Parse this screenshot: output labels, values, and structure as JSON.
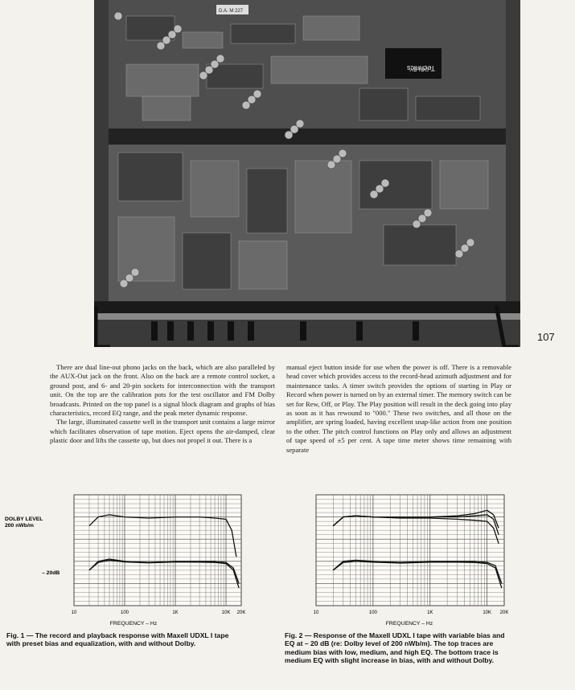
{
  "page": {
    "number": "107"
  },
  "photo": {
    "description_icon": "circuit-board-photo-icon",
    "labels": {
      "module_top": "D.A. M 227",
      "badge_line1": "Technics",
      "badge_line2": "DOLBY"
    }
  },
  "body_left": [
    "There are dual line-out phono jacks on the back, which are also paralleled by the AUX-Out jack on the front. Also on the back are a remote control socket, a ground post, and 6- and 20-pin sockets for interconnection with the transport unit. On the top are the calibration pots for the test oscillator and FM Dolby broadcasts. Printed on the top panel is a signal block diagram and graphs of bias characteristics, record EQ range, and the peak meter dynamic response.",
    "The large, illuminated cassette well in the transport unit contains a large mirror which facilitates observation of tape motion. Eject opens the air-damped, clear plastic door and lifts the cassette up, but does not propel it out. There is a"
  ],
  "body_right": [
    "manual eject button inside for use when the power is off. There is a removable head cover which provides access to the record-head azimuth adjustment and for maintenance tasks. A timer switch provides the options of starting in Play or Record when power is turned on by an external timer. The memory switch can be set for Rew, Off, or Play. The Play position will result in the deck going into play as soon as it has rewound to \"000.\" These two switches, and all those on the amplifier, are spring loaded, having excellent snap-like action from one position to the other. The pitch control functions on Play only and allows an adjustment of tape speed of ±5 per cent. A tape time meter shows time remaining with separate"
  ],
  "fig1": {
    "label_dolby_line1": "DOLBY LEVEL",
    "label_dolby_line2": "200 nWb/m",
    "label_minus20": "– 20dB",
    "tick_labels": [
      "10",
      "100",
      "1K",
      "10K",
      "20K"
    ],
    "xlabel": "FREQUENCY – Hz",
    "caption": "Fig. 1 — The record and playback response with Maxell UDXL I tape with preset bias and equalization, with and without Dolby."
  },
  "fig2": {
    "tick_labels": [
      "10",
      "100",
      "1K",
      "10K",
      "20K"
    ],
    "xlabel": "FREQUENCY – Hz",
    "caption": "Fig. 2 — Response of the Maxell UDXL I tape with variable bias and EQ at – 20 dB (re: Dolby level of 200 nWb/m). The top traces are medium bias with low, medium, and high EQ. The bottom trace is medium EQ with slight increase in bias, with and without Dolby."
  },
  "chart_data": [
    {
      "type": "line",
      "title": "",
      "xlabel": "FREQUENCY – Hz",
      "ylabel": "",
      "x_scale": "log",
      "xlim": [
        10,
        20000
      ],
      "x_ticks": [
        "10",
        "100",
        "1K",
        "10K",
        "20K"
      ],
      "grid": true,
      "series": [
        {
          "x": [
            20,
            30,
            50,
            100,
            300,
            1000,
            3000,
            6000,
            10000,
            13000,
            16000
          ],
          "y": [
            -4,
            0,
            1,
            0,
            -0.5,
            0,
            0,
            -0.5,
            -1,
            -6,
            -18
          ]
        },
        {
          "x": [
            20,
            30,
            50,
            100,
            300,
            1000,
            3000,
            6000,
            10000,
            14000,
            18000
          ],
          "y": [
            -24,
            -20,
            -19,
            -20,
            -20.5,
            -20,
            -20,
            -20,
            -20.5,
            -23,
            -30
          ]
        },
        {
          "x": [
            20,
            30,
            50,
            100,
            300,
            1000,
            3000,
            6000,
            10000,
            14000,
            18000
          ],
          "y": [
            -24,
            -20.5,
            -19.5,
            -20.3,
            -20.7,
            -20.3,
            -20.4,
            -20.5,
            -21,
            -24,
            -32
          ]
        }
      ]
    },
    {
      "type": "line",
      "title": "",
      "xlabel": "FREQUENCY – Hz",
      "ylabel": "",
      "x_scale": "log",
      "xlim": [
        10,
        20000
      ],
      "x_ticks": [
        "10",
        "100",
        "1K",
        "10K",
        "20K"
      ],
      "grid": true,
      "series": [
        {
          "x": [
            20,
            30,
            50,
            100,
            300,
            1000,
            3000,
            6000,
            10000,
            13000,
            16000
          ],
          "y": [
            -4,
            0,
            0.5,
            0,
            0,
            0,
            0.5,
            1.5,
            3,
            1,
            -5
          ]
        },
        {
          "x": [
            20,
            30,
            50,
            100,
            300,
            1000,
            3000,
            6000,
            10000,
            13000,
            16000
          ],
          "y": [
            -4,
            0,
            0.5,
            0,
            0,
            0,
            0,
            0.5,
            1,
            -1,
            -8
          ]
        },
        {
          "x": [
            20,
            30,
            50,
            100,
            300,
            1000,
            3000,
            6000,
            10000,
            13000,
            16000
          ],
          "y": [
            -4,
            0,
            0.5,
            0,
            -0.5,
            -0.5,
            -1,
            -1.5,
            -2,
            -5,
            -12
          ]
        },
        {
          "x": [
            20,
            30,
            50,
            100,
            300,
            1000,
            3000,
            6000,
            10000,
            14000,
            18000
          ],
          "y": [
            -24,
            -20,
            -19.5,
            -20,
            -20.5,
            -20,
            -20,
            -20,
            -20.5,
            -22,
            -30
          ]
        },
        {
          "x": [
            20,
            30,
            50,
            100,
            300,
            1000,
            3000,
            6000,
            10000,
            14000,
            18000
          ],
          "y": [
            -24,
            -20.5,
            -20,
            -20.4,
            -20.8,
            -20.4,
            -20.4,
            -20.5,
            -21,
            -23,
            -32
          ]
        }
      ]
    }
  ]
}
